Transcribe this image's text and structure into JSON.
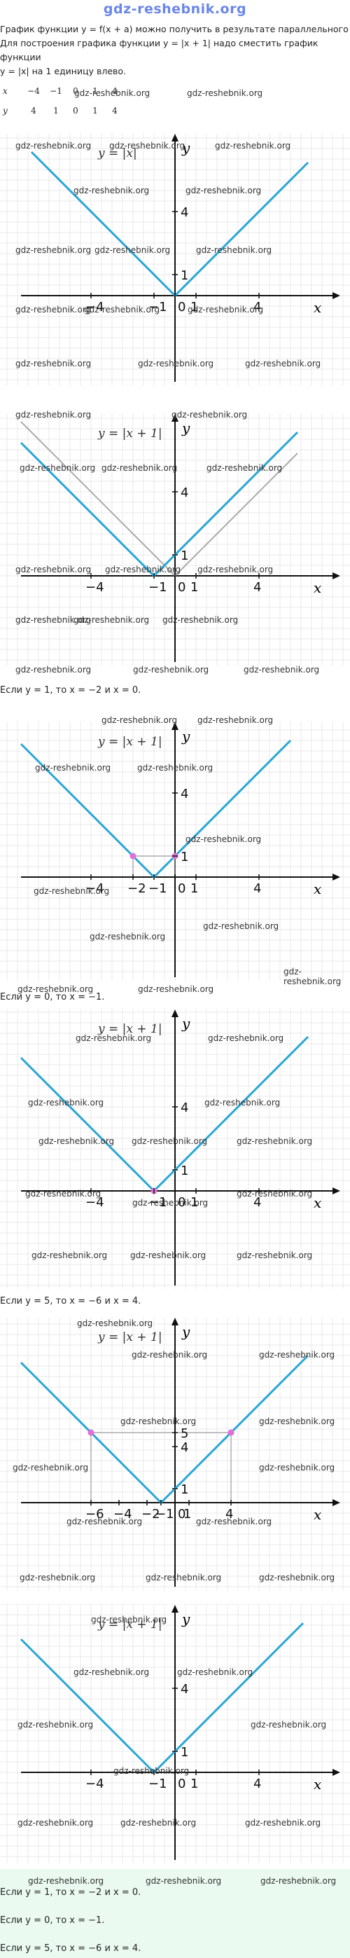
{
  "site": {
    "title": "gdz-reshebnik.org"
  },
  "intro": {
    "line1": "График функции y = f(x + a) можно получить в результате параллельного",
    "line2": "Для построения графика функции y = |x + 1| надо сместить график функции",
    "line3": "y = |x| на 1 единицу влево."
  },
  "table": {
    "x_header": "x",
    "y_header": "y",
    "x_values": [
      "−4",
      "−1",
      "0",
      "1",
      "4"
    ],
    "y_values": [
      "4",
      "1",
      "0",
      "1",
      "4"
    ]
  },
  "watermark": "gdz-reshebnik.org",
  "graphs": [
    {
      "label": "y = |x|",
      "x_ticks": [
        "−4",
        "−1",
        "0",
        "1",
        "4"
      ],
      "y_ticks": [
        "4",
        "1"
      ],
      "xname": "x",
      "yname": "y"
    },
    {
      "label": "y = |x + 1|",
      "x_ticks": [
        "−4",
        "−1",
        "0",
        "1",
        "4"
      ],
      "y_ticks": [
        "4",
        "1"
      ],
      "xname": "x",
      "yname": "y"
    },
    {
      "label": "y = |x + 1|",
      "x_ticks": [
        "−4",
        "−2",
        "−1",
        "0",
        "1",
        "4"
      ],
      "y_ticks": [
        "4",
        "1"
      ],
      "xname": "x",
      "yname": "y"
    },
    {
      "label": "y = |x + 1|",
      "x_ticks": [
        "−4",
        "−1",
        "0",
        "1",
        "4"
      ],
      "y_ticks": [
        "4",
        "1"
      ],
      "xname": "x",
      "yname": "y"
    },
    {
      "label": "y = |x + 1|",
      "x_ticks": [
        "−6",
        "−4",
        "−2",
        "−1",
        "0",
        "1",
        "4"
      ],
      "y_ticks": [
        "5",
        "4",
        "1"
      ],
      "xname": "x",
      "yname": "y"
    },
    {
      "label": "y = |x + 1|",
      "x_ticks": [
        "−4",
        "−1",
        "0",
        "1",
        "4"
      ],
      "y_ticks": [
        "4",
        "1"
      ],
      "xname": "x",
      "yname": "y"
    }
  ],
  "captions": [
    "Если y = 1, то x = −2 и x = 0.",
    "Если y = 0, то x = −1.",
    "Если y = 5, то x = −6 и x = 4."
  ],
  "summary": {
    "line1": "Если y = 1, то x = −2 и x = 0.",
    "line2": "Если y = 0, то x = −1.",
    "line3": "Если y = 5, то x = −6 и x = 4."
  },
  "colors": {
    "graph_line": "#2aa6d6",
    "ghost_line": "#aaaaaa",
    "point": "#e070d8",
    "grid": "#e8e8e8",
    "summary_bg": "#eafaf0",
    "logo": "#6a86ea"
  }
}
